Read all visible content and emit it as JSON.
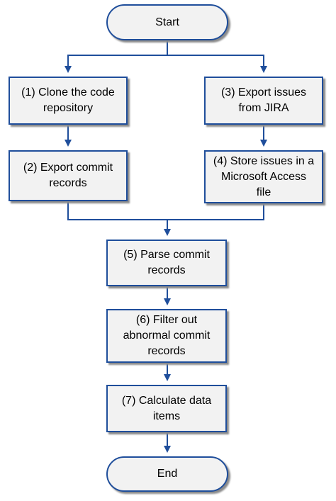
{
  "nodes": {
    "start": {
      "label": "Start"
    },
    "step1": {
      "label": "(1) Clone the code repository"
    },
    "step2": {
      "label": "(2) Export commit records"
    },
    "step3": {
      "label": "(3) Export issues from JIRA"
    },
    "step4": {
      "label": "(4) Store issues in a Microsoft Access file"
    },
    "step5": {
      "label": "(5) Parse commit records"
    },
    "step6": {
      "label": "(6) Filter out abnormal commit records"
    },
    "step7": {
      "label": "(7) Calculate data items"
    },
    "end": {
      "label": "End"
    }
  },
  "edges": [
    {
      "from": "start",
      "to": "step1"
    },
    {
      "from": "start",
      "to": "step3"
    },
    {
      "from": "step1",
      "to": "step2"
    },
    {
      "from": "step3",
      "to": "step4"
    },
    {
      "from": "step2",
      "to": "step5"
    },
    {
      "from": "step4",
      "to": "step5"
    },
    {
      "from": "step5",
      "to": "step6"
    },
    {
      "from": "step6",
      "to": "step7"
    },
    {
      "from": "step7",
      "to": "end"
    }
  ],
  "colors": {
    "line": "#1f4e9b",
    "box_fill": "#f2f2f2",
    "shadow": "#8c8c8c"
  }
}
